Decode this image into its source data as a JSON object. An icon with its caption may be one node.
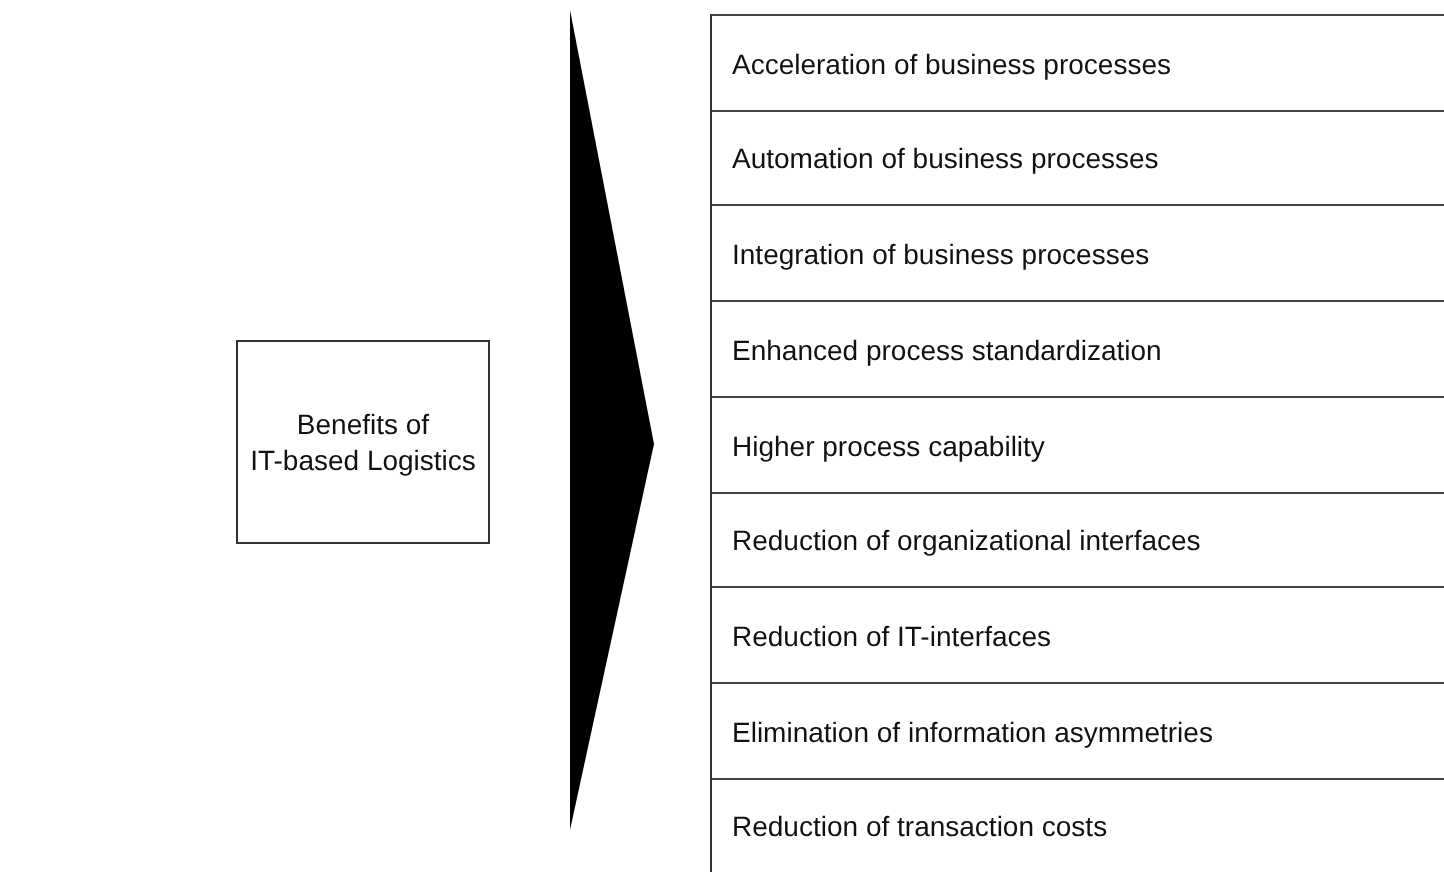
{
  "diagram": {
    "nodes": [
      {
        "text": [
          "Benefits of IT-based Logistics"
        ]
      },
      {
        "text": [],
        "shape": "box"
      },
      {
        "text": [
          "Acceleration of business processes"
        ],
        "in": 1
      },
      {
        "text": [
          "Automation of business processes"
        ],
        "in": 1
      },
      {
        "text": [
          "Integration of business processes"
        ],
        "in": 1
      },
      {
        "text": [
          "Enhanced process standardization"
        ],
        "in": 1
      },
      {
        "text": [
          "Higher process capability"
        ],
        "in": 1
      },
      {
        "text": [
          "Reduction of organizational interfaces"
        ],
        "in": 1
      },
      {
        "text": [
          "Reduction of IT-interfaces"
        ],
        "in": 1
      },
      {
        "text": [
          "Elimination of information asymmetries"
        ],
        "in": 1
      },
      {
        "text": [
          "Reduction of transaction costs"
        ],
        "in": 1
      }
    ],
    "edges": [
      {
        "from": 0,
        "to": 1,
        "arrow": "to"
      }
    ]
  }
}
